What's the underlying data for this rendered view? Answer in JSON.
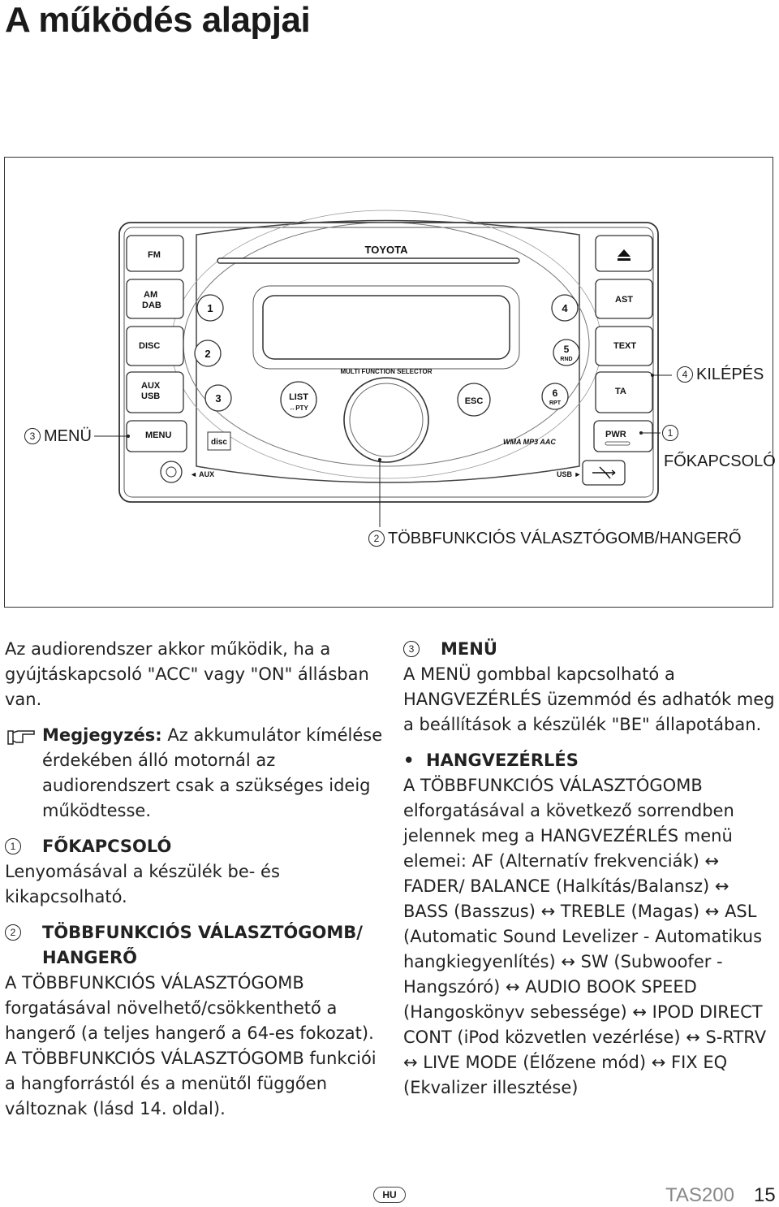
{
  "page_title": "A működés alapjai",
  "device": {
    "brand": "TOYOTA",
    "left_buttons": [
      "FM",
      "AM",
      "DAB",
      "DISC",
      "AUX",
      "USB",
      "MENU"
    ],
    "right_buttons": [
      "AST",
      "TEXT",
      "TA",
      "PWR"
    ],
    "preset_left": [
      "1",
      "2",
      "3"
    ],
    "preset_right": [
      "4",
      "5",
      "6"
    ],
    "preset_5_sub": "RND",
    "preset_6_sub": "RPT",
    "list_label": "LIST",
    "pty_label": "↔PTY",
    "esc_label": "ESC",
    "selector_label": "MULTI FUNCTION SELECTOR",
    "aux_port": "◄ AUX",
    "usb_port": "USB ►",
    "formats": "WMA MP3 AAC",
    "disc_logo": "disc"
  },
  "callouts": {
    "c1_num": "1",
    "c1_text": "FŐKAPCSOLÓ",
    "c2_num": "2",
    "c2_text": "TÖBBFUNKCIÓS VÁLASZTÓGOMB/HANGERŐ",
    "c3_num": "3",
    "c3_text": "MENÜ",
    "c4_num": "4",
    "c4_text": "KILÉPÉS"
  },
  "left_column": {
    "intro": "Az audiorendszer akkor működik, ha a gyújtáskapcsoló \"ACC\" vagy \"ON\" állásban van.",
    "note_label": "Megjegyzés:",
    "note_text": " Az akkumulátor kímélése érdekében álló motornál az audiorendszert csak a szükséges ideig működtesse.",
    "s1_num": "1",
    "s1_head": "FŐKAPCSOLÓ",
    "s1_text": "Lenyomásával a készülék be- és kikapcsolható.",
    "s2_num": "2",
    "s2_head": "TÖBBFUNKCIÓS VÁLASZTÓGOMB/ HANGERŐ",
    "s2_text1": "A TÖBBFUNKCIÓS VÁLASZTÓGOMB forgatásával növelhető/csökkenthető a hangerő (a teljes hangerő a 64-es fokozat).",
    "s2_text2": "A TÖBBFUNKCIÓS VÁLASZTÓGOMB funkciói a hangforrástól és a menütől függően változnak (lásd 14. oldal)."
  },
  "right_column": {
    "s3_num": "3",
    "s3_head": "MENÜ",
    "s3_text": "A MENÜ gombbal kapcsolható a HANGVEZÉRLÉS üzemmód és adhatók meg a beállítások a készülék \"BE\" állapotában.",
    "bullet_head": "HANGVEZÉRLÉS",
    "bullet_text": "A TÖBBFUNKCIÓS VÁLASZTÓGOMB elforgatásával a következő sorrendben jelennek meg a HANGVEZÉRLÉS menü elemei: AF (Alternatív frekvenciák) ↔ FADER/ BALANCE (Halkítás/Balansz) ↔ BASS (Basszus) ↔ TREBLE (Magas) ↔ ASL (Automatic Sound Levelizer - Automatikus hangkiegyenlítés) ↔ SW (Subwoofer - Hangszóró) ↔ AUDIO BOOK SPEED (Hangoskönyv sebessége) ↔ IPOD DIRECT CONT (iPod közvetlen vezérlése) ↔ S-RTRV ↔ LIVE MODE (Élőzene mód) ↔ FIX EQ (Ekvalizer illesztése)"
  },
  "footer": {
    "lang": "HU",
    "model": "TAS200",
    "page": "15"
  }
}
